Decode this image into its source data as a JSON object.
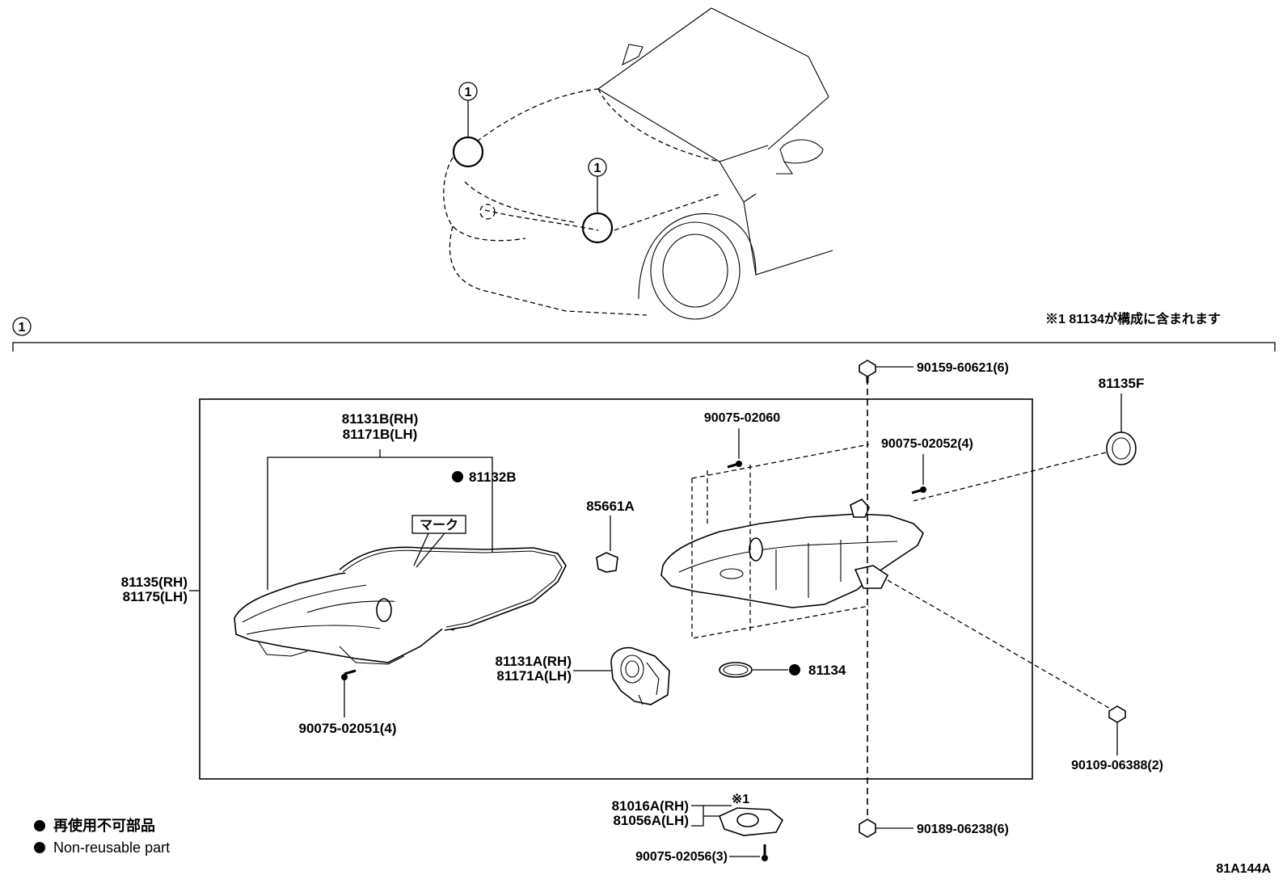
{
  "callout": {
    "ref": "1"
  },
  "note_top_right": "※1 81134が構成に含まれます",
  "diagram_code": "81A144A",
  "legend": {
    "jp": "再使用不可部品",
    "en": "Non-reusable part"
  },
  "parts": {
    "p81131B": "81131B(RH)",
    "p81171B": "81171B(LH)",
    "p81132B": "81132B",
    "mark_tag": "マーク",
    "p81135RH": "81135(RH)",
    "p81175LH": "81175(LH)",
    "p90075_02051": "90075-02051(4)",
    "p85661A": "85661A",
    "p81131A": "81131A(RH)",
    "p81171A": "81171A(LH)",
    "p81134": "81134",
    "p90075_02060": "90075-02060",
    "p90075_02052": "90075-02052(4)",
    "p90159_60621": "90159-60621(6)",
    "p81135F": "81135F",
    "p90109_06388": "90109-06388(2)",
    "p81016A": "81016A(RH)",
    "p81056A": "81056A(LH)",
    "note_ref": "※1",
    "p90075_02056": "90075-02056(3)",
    "p90189_06238": "90189-06238(6)"
  }
}
